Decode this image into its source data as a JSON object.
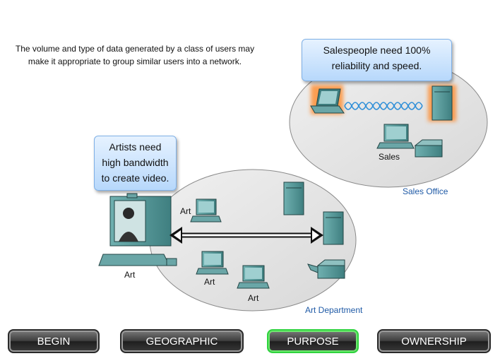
{
  "intro_text": "The volume and type of data generated by a class of users may make it appropriate to group similar users into a network.",
  "sales_callout": {
    "line1": "Salespeople need 100%",
    "line2": "reliability and speed."
  },
  "art_callout": {
    "line1": "Artists need",
    "line2": "high bandwidth",
    "line3": "to create video."
  },
  "labels": {
    "sales": "Sales",
    "sales_office": "Sales Office",
    "art": "Art",
    "art_department": "Art Department"
  },
  "nav": {
    "begin": "BEGIN",
    "geographic": "GEOGRAPHIC",
    "purpose": "PURPOSE",
    "ownership": "OWNERSHIP",
    "active": "purpose"
  },
  "colors": {
    "device_teal": "#5b9a9a",
    "highlight_orange": "#ff8a2a",
    "wireless_blue": "#2f8fd8",
    "area_fill": "#e4e4e4",
    "area_label": "#1f5aa6",
    "active_border": "#2fd33f"
  }
}
